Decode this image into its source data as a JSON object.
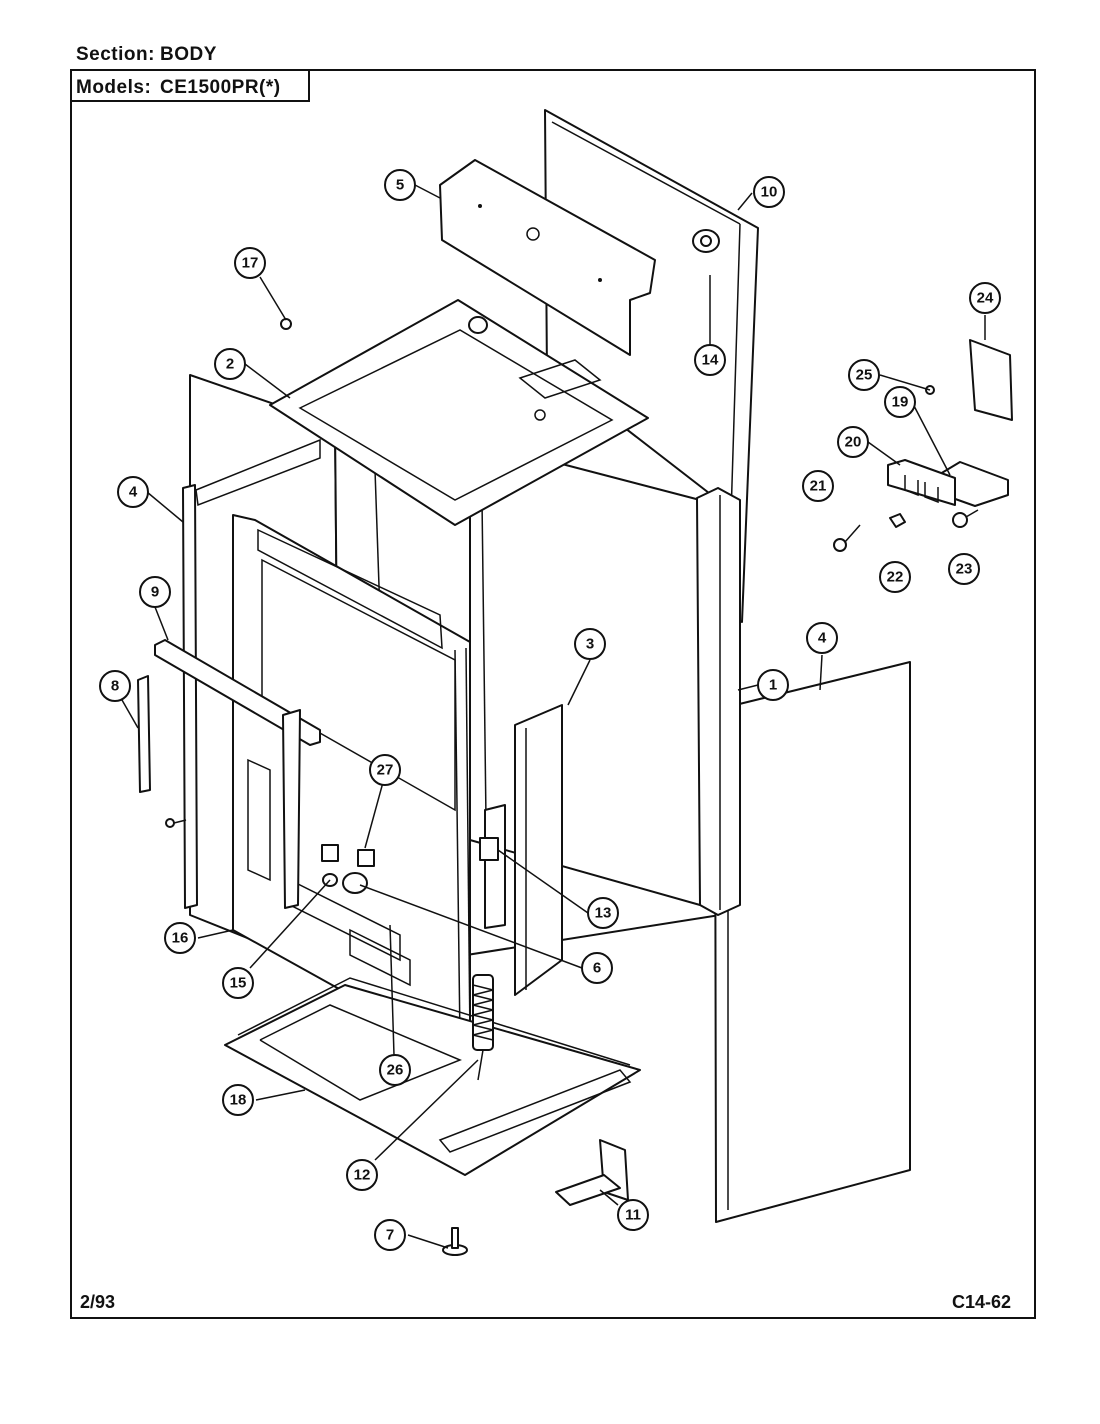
{
  "header": {
    "section_label": "Section:",
    "section_value": "BODY",
    "models_label": "Models:",
    "models_value": "CE1500PR(*)"
  },
  "footer": {
    "date": "2/93",
    "code": "C14-62"
  },
  "callouts": [
    "1",
    "2",
    "3",
    "4",
    "4",
    "5",
    "6",
    "7",
    "8",
    "9",
    "10",
    "11",
    "12",
    "13",
    "14",
    "15",
    "16",
    "17",
    "18",
    "19",
    "20",
    "21",
    "22",
    "23",
    "24",
    "25",
    "26",
    "27"
  ]
}
